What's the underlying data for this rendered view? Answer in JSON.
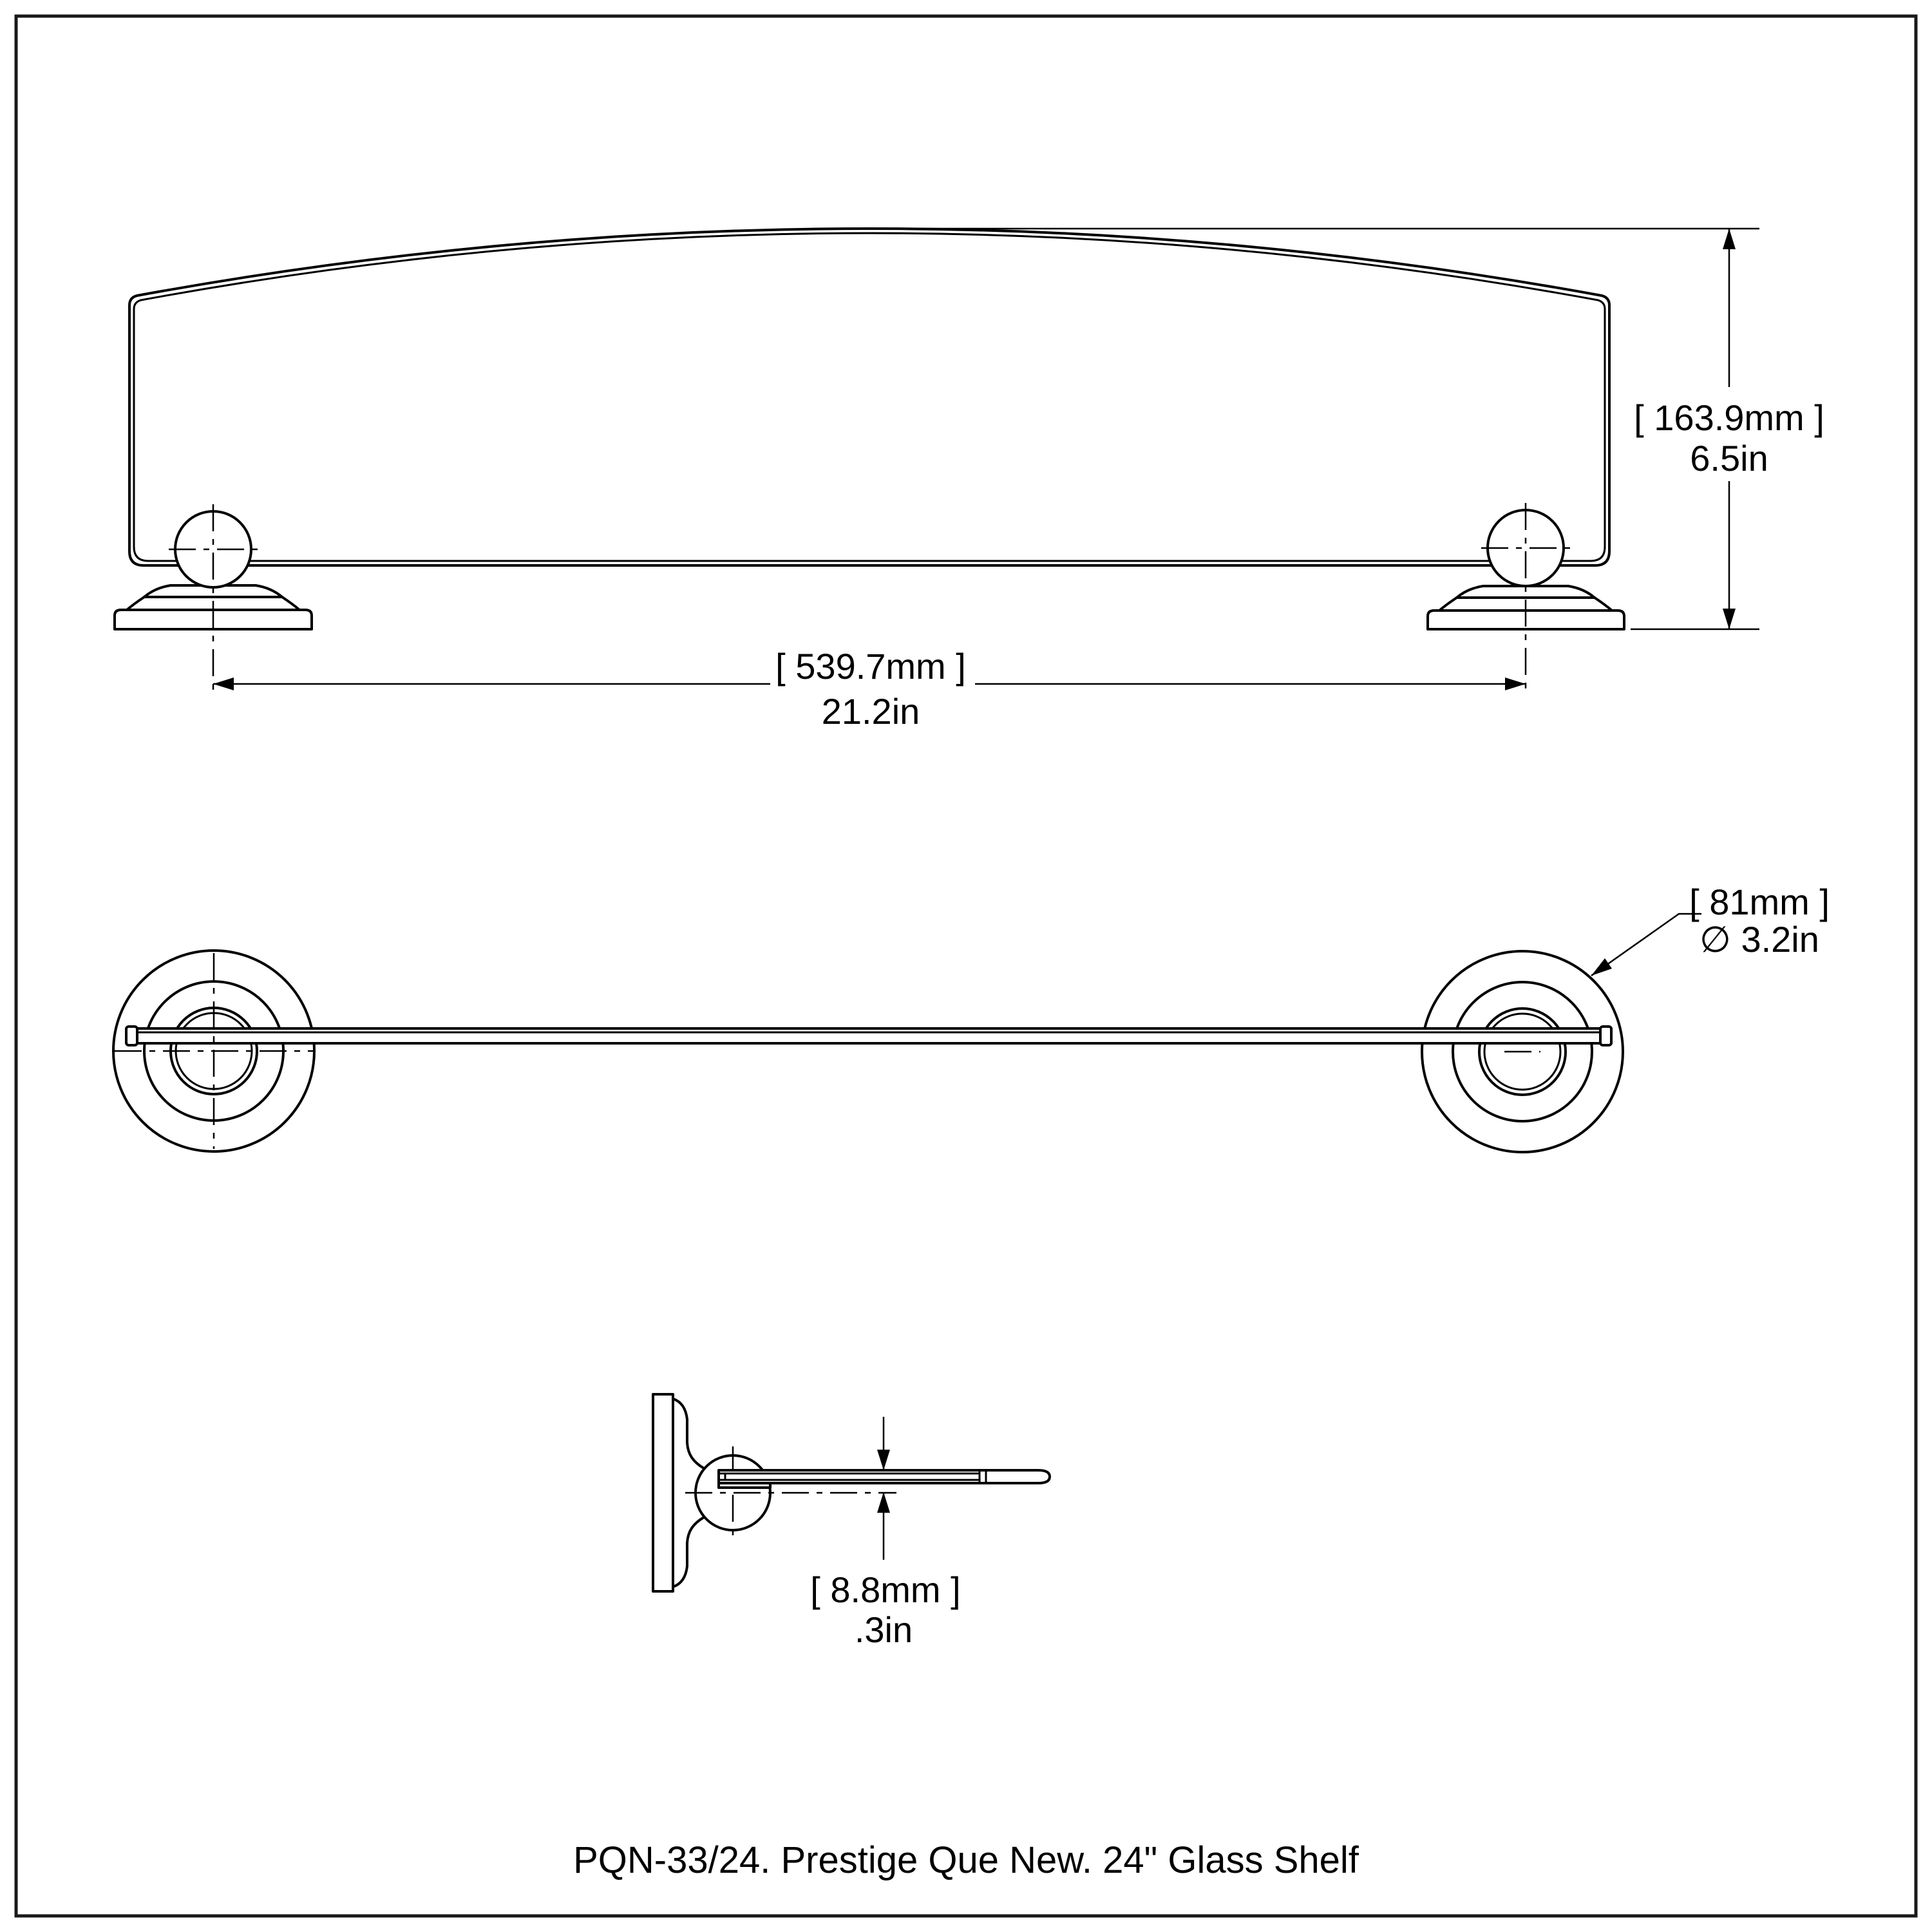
{
  "drawing": {
    "caption": "PQN-33/24. Prestige Que New. 24\" Glass Shelf",
    "dimensions": {
      "width": {
        "metric": "[ 539.7mm ]",
        "imperial": "21.2in"
      },
      "height": {
        "metric": "[ 163.9mm ]",
        "imperial": "6.5in"
      },
      "flange_diameter": {
        "metric": "[ 81mm ]",
        "imperial": "∅ 3.2in"
      },
      "glass_thickness": {
        "metric": "[ 8.8mm ]",
        "imperial": ".3in"
      }
    },
    "colors": {
      "line": "#000000",
      "background": "#ffffff"
    }
  }
}
